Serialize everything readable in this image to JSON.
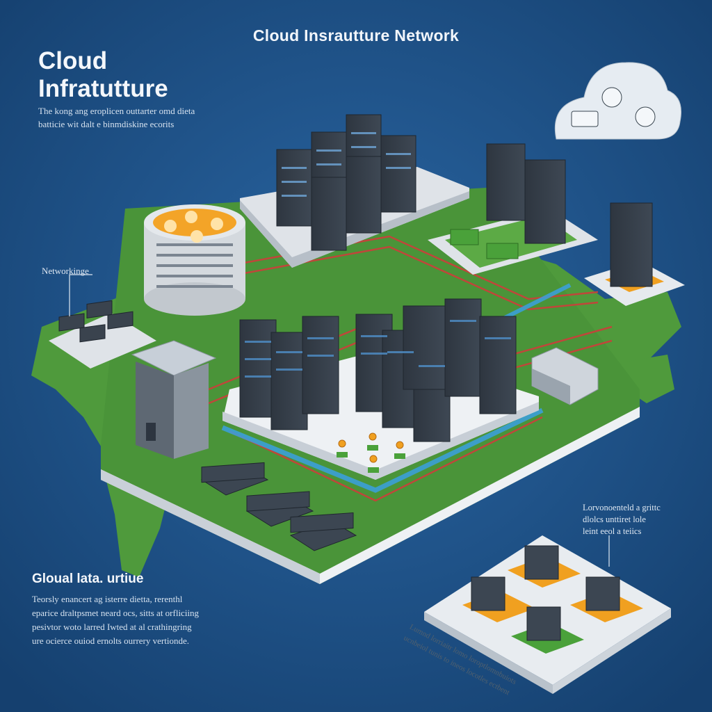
{
  "header": {
    "banner_title": "Cloud Insrautture Network",
    "main_title_line1": "Cloud",
    "main_title_line2": "Infratutture",
    "intro_line1": "The kong ang eroplicen outtarter omd dieta",
    "intro_line2": "batticie wit dalt e binmdiskine ecorits"
  },
  "labels": {
    "networking": "Networkinge",
    "side_line1": "Lorvonoenteld a grittc",
    "side_line2": "dlolcs unttiret lole",
    "side_line3": "leint eeol a teiics",
    "bottom_caption_line1": "Lumnd lorriaitr lomo loroptlomnbuiots",
    "bottom_caption_line2": "ucnbeiol tunis to ineos locotles ectbent"
  },
  "footer": {
    "section_title": "Gloual lata. urtiue",
    "desc_line1": "Teorsly enancert ag isterre dietta, rerenthl",
    "desc_line2": "eparice draltpsmet neard ocs, sitts at orfliciing",
    "desc_line3": "pesivtor woto larred Iwted at al crathingring",
    "desc_line4": "ure ocierce ouiod ernolts ourrery vertionde."
  },
  "colors": {
    "background": "#1d4c80",
    "land_green": "#4f9a3c",
    "platform": "#e6eaee",
    "server_dark": "#3c4652",
    "accent_orange": "#f0a020",
    "link_red": "#c0463a",
    "link_blue": "#3aa0e0"
  },
  "icons": [
    "cloud-icon",
    "lock-icon",
    "user-icon",
    "database-icon",
    "server-rack-icon",
    "network-switch-icon",
    "person-node-icon"
  ]
}
